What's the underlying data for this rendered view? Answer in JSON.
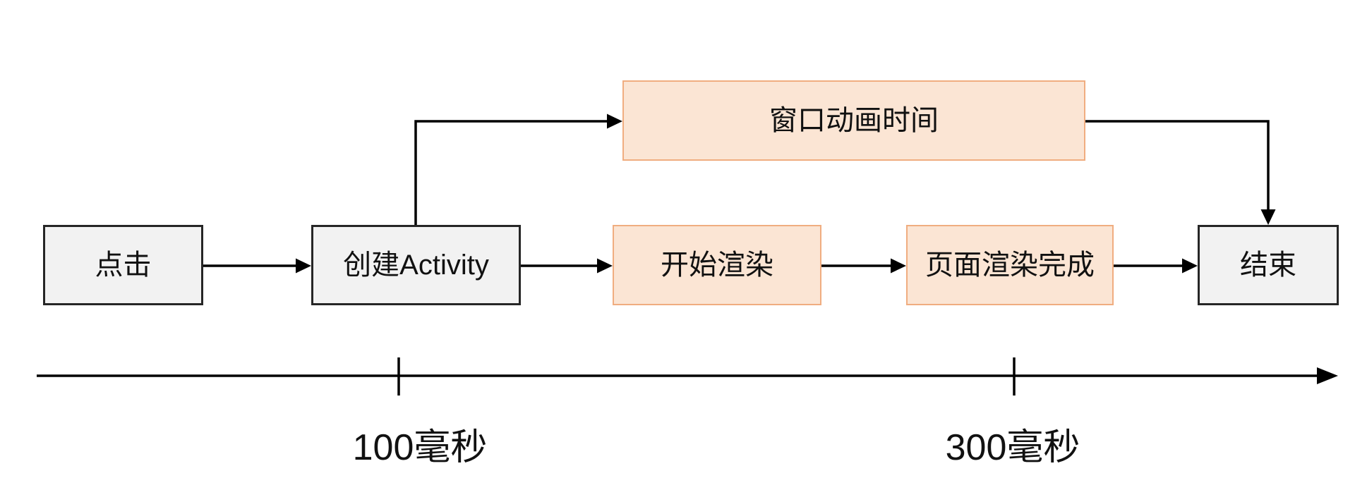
{
  "diagram": {
    "title": "activity-launch-render-timeline-flow",
    "nodes": {
      "click": {
        "label": "点击"
      },
      "create_activity": {
        "label": "创建Activity"
      },
      "window_animation": {
        "label": "窗口动画时间"
      },
      "start_render": {
        "label": "开始渲染"
      },
      "render_complete": {
        "label": "页面渲染完成"
      },
      "end": {
        "label": "结束"
      }
    },
    "edges": [
      {
        "from": "click",
        "to": "create_activity"
      },
      {
        "from": "create_activity",
        "to": "start_render"
      },
      {
        "from": "start_render",
        "to": "render_complete"
      },
      {
        "from": "render_complete",
        "to": "end"
      },
      {
        "from": "create_activity",
        "to": "window_animation"
      },
      {
        "from": "window_animation",
        "to": "end"
      }
    ],
    "timeline": {
      "markers": [
        {
          "label": "100毫秒"
        },
        {
          "label": "300毫秒"
        }
      ]
    },
    "colors": {
      "background": "#FFFFFF",
      "text": "#111111",
      "line": "#000000",
      "neutral_fill": "#F2F2F2",
      "neutral_border": "#262626",
      "highlight_fill": "#FBE5D4",
      "highlight_border": "#F0AD80"
    }
  }
}
